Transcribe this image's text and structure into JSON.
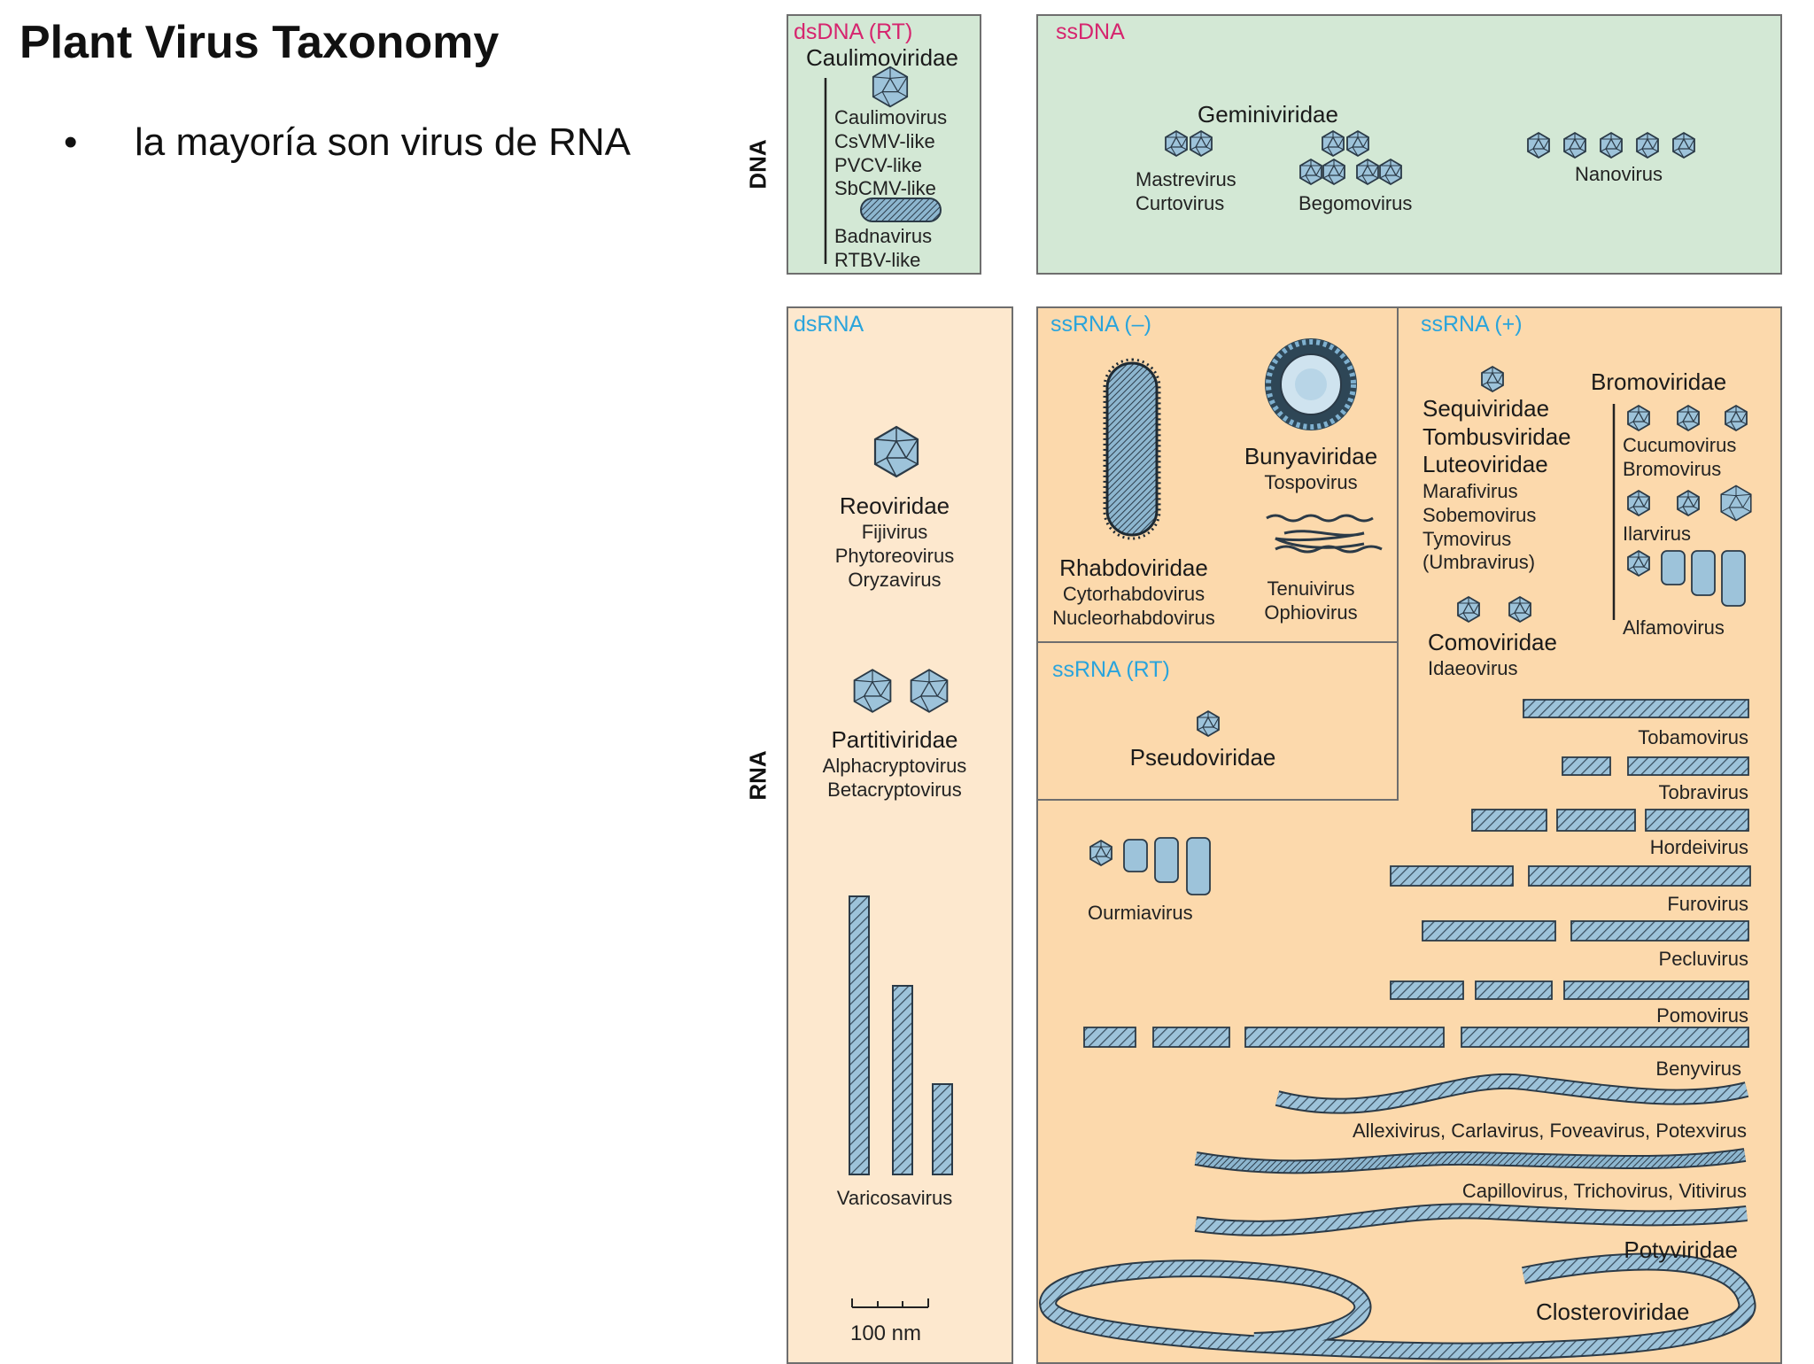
{
  "slide": {
    "title": "Plant Virus Taxonomy",
    "bullet": "la mayoría son virus de RNA"
  },
  "row_labels": {
    "dna": "DNA",
    "rna": "RNA"
  },
  "dsdna_rt": {
    "header": "dsDNA (RT)",
    "family": "Caulimoviridae",
    "genera_1": [
      "Caulimovirus",
      "CsVMV-like",
      "PVCV-like",
      "SbCMV-like"
    ],
    "genera_2": [
      "Badnavirus",
      "RTBV-like"
    ]
  },
  "ssdna": {
    "header": "ssDNA",
    "family": "Geminiviridae",
    "genera_a": [
      "Mastrevirus",
      "Curtovirus"
    ],
    "genus_b": "Begomovirus",
    "genus_c": "Nanovirus"
  },
  "dsrna": {
    "header": "dsRNA",
    "reo_family": "Reoviridae",
    "reo_genera": [
      "Fijivirus",
      "Phytoreovirus",
      "Oryzavirus"
    ],
    "parti_family": "Partitiviridae",
    "parti_genera": [
      "Alphacryptovirus",
      "Betacryptovirus"
    ],
    "varicosa": "Varicosavirus",
    "scale": "100 nm"
  },
  "ssrna_neg": {
    "header": "ssRNA (–)",
    "rhabdo_family": "Rhabdoviridae",
    "rhabdo_genera": [
      "Cytorhabdovirus",
      "Nucleorhabdovirus"
    ],
    "bunya_family": "Bunyaviridae",
    "bunya_genus": "Tospovirus",
    "tenui_genera": [
      "Tenuivirus",
      "Ophiovirus"
    ]
  },
  "ssrna_rt": {
    "header": "ssRNA (RT)",
    "family": "Pseudoviridae"
  },
  "ourmia": "Ourmiavirus",
  "ssrna_pos": {
    "header": "ssRNA (+)",
    "families_top": [
      "Sequiviridae",
      "Tombusviridae",
      "Luteoviridae"
    ],
    "genera_top": [
      "Marafivirus",
      "Sobemovirus",
      "Tymovirus",
      "(Umbravirus)"
    ],
    "como_family": "Comoviridae",
    "como_genus": "Idaeovirus",
    "bromo_family": "Bromoviridae",
    "bromo_genera_1": [
      "Cucumovirus",
      "Bromovirus"
    ],
    "ilar": "Ilarvirus",
    "alfamo": "Alfamovirus",
    "rod_genera": [
      "Tobamovirus",
      "Tobravirus",
      "Hordeivirus",
      "Furovirus",
      "Pecluvirus",
      "Pomovirus",
      "Benyvirus"
    ],
    "flex_1": "Allexivirus, Carlavirus, Foveavirus, Potexvirus",
    "flex_2": "Capillovirus, Trichovirus, Vitivirus",
    "poty": "Potyviridae",
    "clostero": "Closteroviridae"
  },
  "colors": {
    "dna_fill": "#d3e8d5",
    "rna_fill": "#fcd9ac",
    "dsrna_fill": "#fde8ce",
    "virion": "#9dc3da",
    "header_pink": "#d6246e",
    "header_cyan": "#2aa4dc"
  }
}
